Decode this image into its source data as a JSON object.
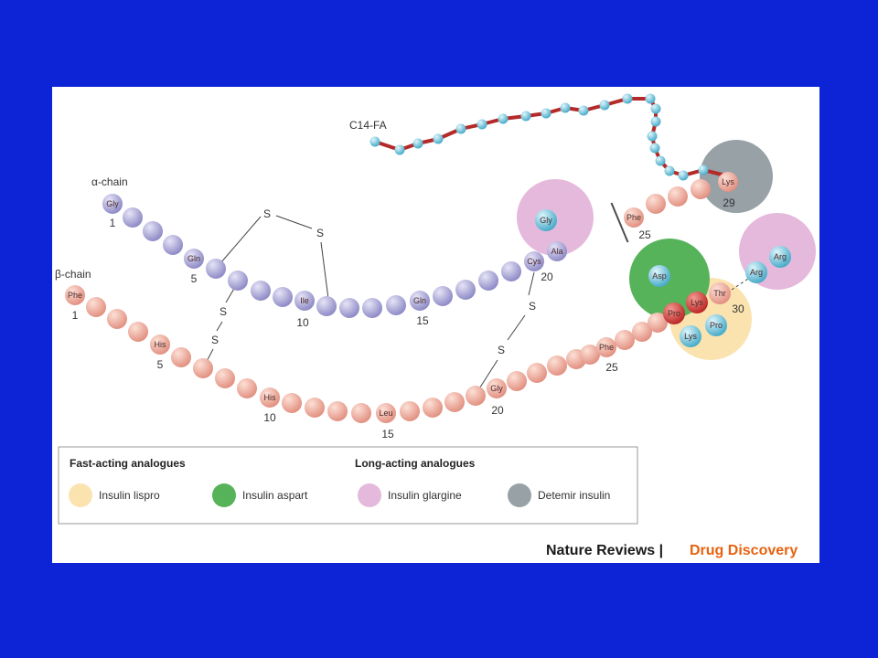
{
  "chain_labels": {
    "alpha": "α-chain",
    "beta": "β-chain",
    "fatty_acid": "C14-FA"
  },
  "disulfide_label": "S",
  "alpha_residues": [
    {
      "label": "Gly",
      "number": "1"
    },
    {
      "label": "Gln",
      "number": "5"
    },
    {
      "label": "Ile",
      "number": "10"
    },
    {
      "label": "Gln",
      "number": "15"
    },
    {
      "label": "Cys",
      "number": "20"
    },
    {
      "label": "Ala"
    },
    {
      "label": "Gly"
    }
  ],
  "beta_residues": [
    {
      "label": "Phe",
      "number": "1"
    },
    {
      "label": "His",
      "number": "5"
    },
    {
      "label": "His",
      "number": "10"
    },
    {
      "label": "Leu",
      "number": "15"
    },
    {
      "label": "Gly",
      "number": "20"
    },
    {
      "label": "Phe",
      "number": "25"
    }
  ],
  "beta_mutations": [
    {
      "label": "Pro"
    },
    {
      "label": "Lys"
    },
    {
      "label": "Thr",
      "number": "30"
    },
    {
      "label": "Asp"
    },
    {
      "label": "Lys"
    },
    {
      "label": "Pro"
    },
    {
      "label": "Arg"
    },
    {
      "label": "Arg"
    }
  ],
  "detemir_residues": [
    {
      "label": "Phe",
      "number": "25"
    },
    {
      "label": "Lys",
      "number": "29"
    }
  ],
  "legend": {
    "fast_title": "Fast-acting analogues",
    "long_title": "Long-acting analogues",
    "items": [
      {
        "label": "Insulin lispro",
        "color": "#fbe3b0"
      },
      {
        "label": "Insulin aspart",
        "color": "#57b35a"
      },
      {
        "label": "Insulin glargine",
        "color": "#e5b9dc"
      },
      {
        "label": "Detemir insulin",
        "color": "#97a1a6"
      }
    ]
  },
  "credit": {
    "publisher": "Nature Reviews |",
    "journal": "Drug Discovery"
  },
  "colors": {
    "background": "#0c24d6",
    "alpha_bead": "#a9a6d6",
    "beta_bead": "#f0a89a",
    "modified_bead": "#6cc4dc",
    "mutant_bead": "#d23c3c",
    "fatty_acid_chain": "#b42a2a",
    "fatty_acid_bead": "#6cc4dc"
  }
}
